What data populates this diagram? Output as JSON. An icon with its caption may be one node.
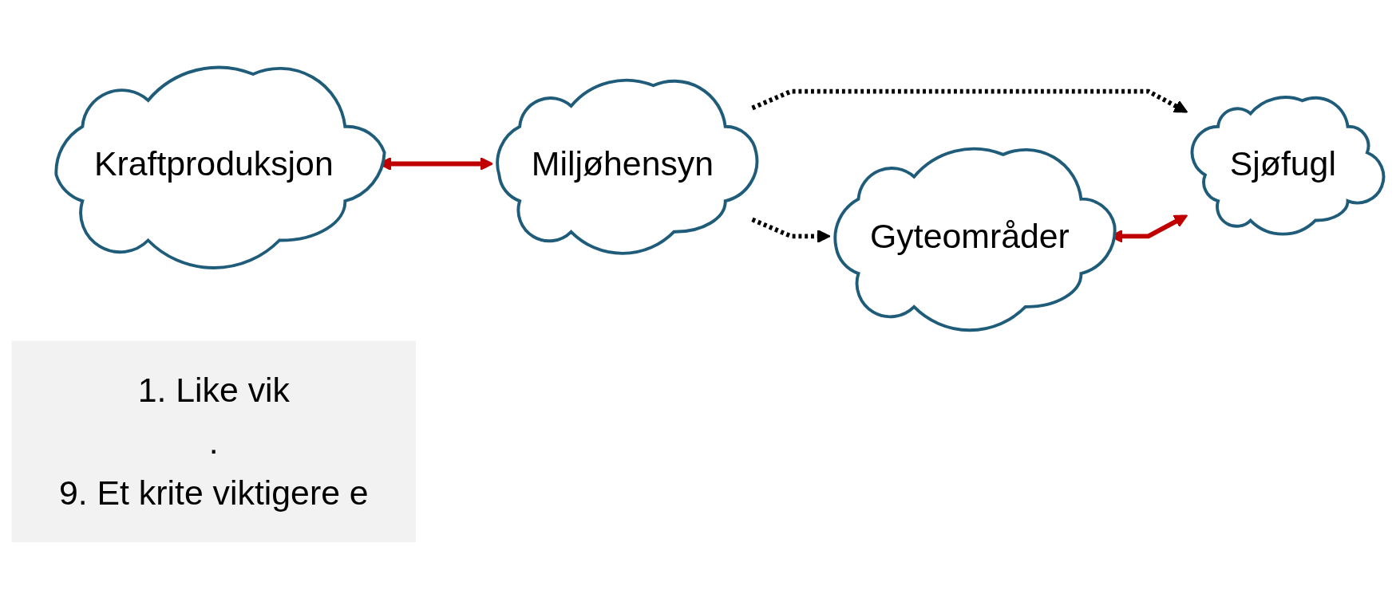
{
  "diagram": {
    "nodes": [
      {
        "text": [
          "Kraftproduksjon"
        ]
      },
      {
        "text": [
          "Miljøhensyn"
        ]
      },
      {
        "text": [
          "1. Like vik",
          ".",
          "9. Et krite viktigere e"
        ]
      },
      {
        "text": [
          "Gyteområder"
        ]
      },
      {
        "text": [
          "Sjøfugl"
        ]
      }
    ],
    "edges": [
      {
        "from": 0,
        "to": 1,
        "arrow": "both",
        "color": "#c00000"
      },
      {
        "from": 1,
        "to": 3,
        "arrow": "to",
        "style": "dashed",
        "color": "#000000"
      },
      {
        "from": 1,
        "to": 4,
        "arrow": "to",
        "style": "dashed",
        "color": "#000000"
      },
      {
        "from": 3,
        "to": 4,
        "arrow": "both",
        "color": "#c00000"
      }
    ]
  }
}
